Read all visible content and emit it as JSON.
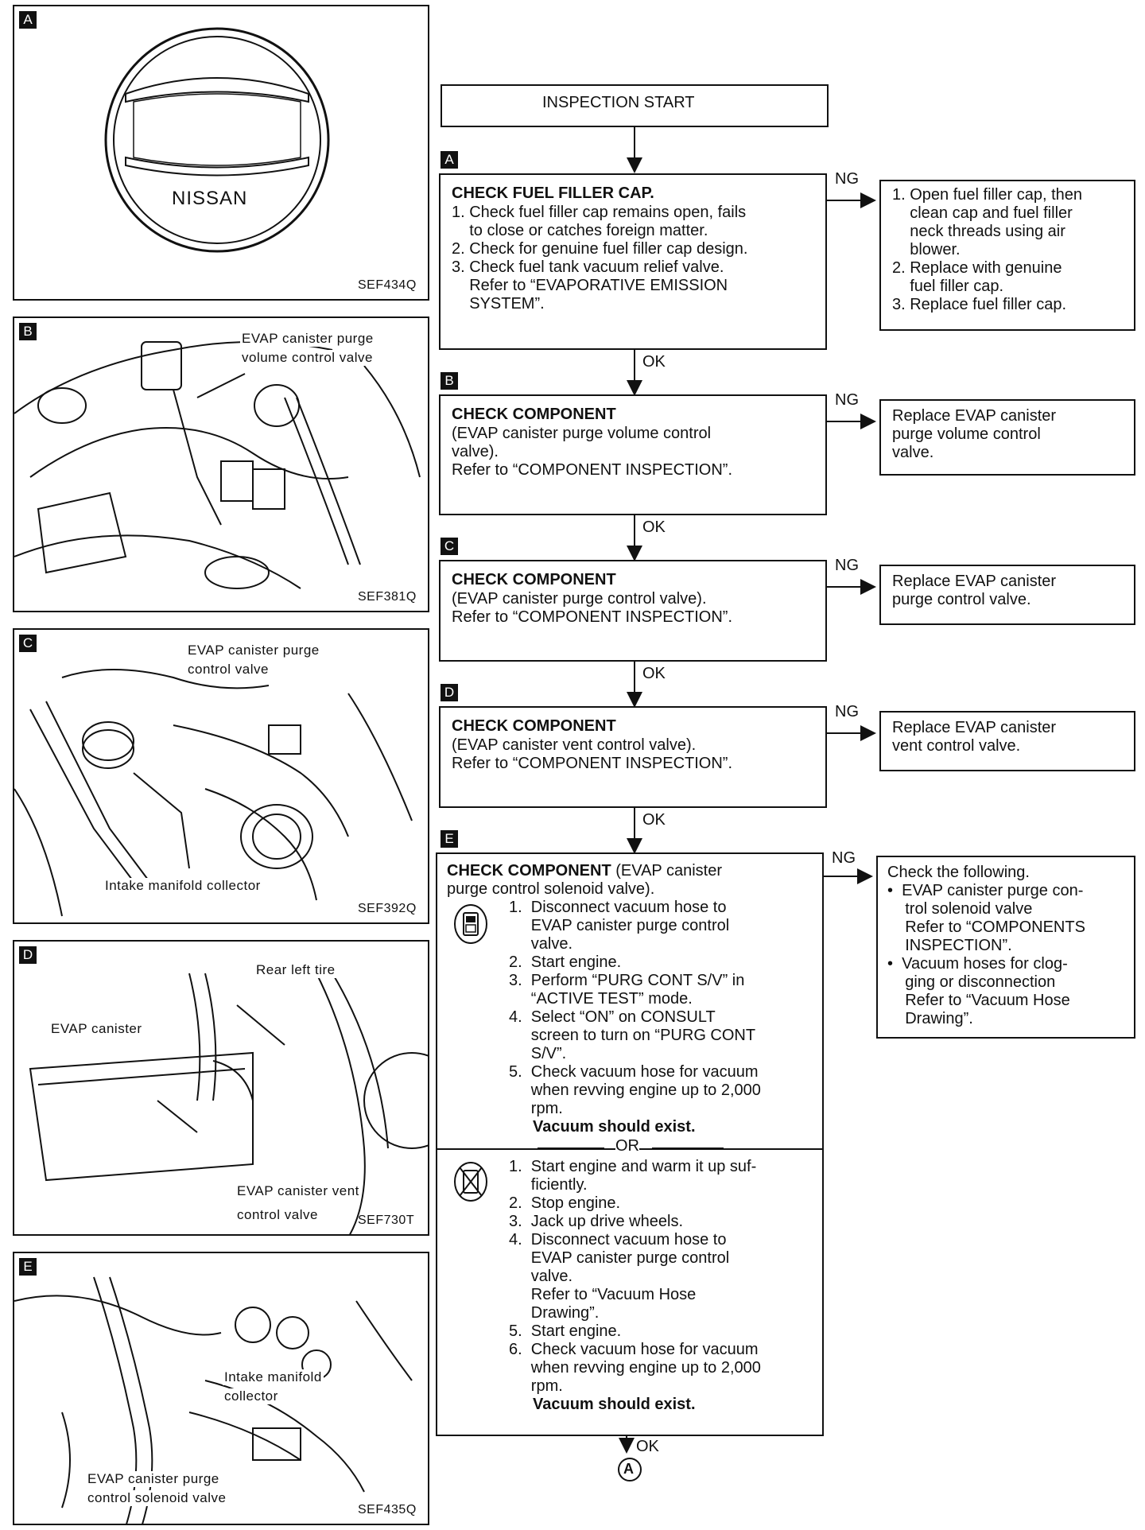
{
  "panels": {
    "a": {
      "badge": "A",
      "cap_text": "NISSAN",
      "code": "SEF434Q"
    },
    "b": {
      "badge": "B",
      "callout": [
        "EVAP canister purge",
        "volume control valve"
      ],
      "code": "SEF381Q"
    },
    "c": {
      "badge": "C",
      "callout": [
        "EVAP canister purge",
        "control valve"
      ],
      "callout2": "Intake manifold collector",
      "code": "SEF392Q"
    },
    "d": {
      "badge": "D",
      "callout1": "Rear left tire",
      "callout2": "EVAP canister",
      "callout3": [
        "EVAP canister vent",
        "control valve"
      ],
      "code": "SEF730T"
    },
    "e": {
      "badge": "E",
      "callout1": [
        "Intake manifold",
        "collector"
      ],
      "callout2": [
        "EVAP canister purge",
        "control solenoid valve"
      ],
      "code": "SEF435Q"
    }
  },
  "flow": {
    "start": "INSPECTION START",
    "ng": "NG",
    "ok": "OK",
    "or": "OR",
    "connector": "A",
    "steps": [
      {
        "badge": "A",
        "title": "CHECK FUEL FILLER CAP.",
        "lines": [
          "1. Check fuel filler cap remains open, fails",
          "    to close or catches foreign matter.",
          "2. Check for genuine fuel filler cap design.",
          "3. Check fuel tank vacuum relief valve.",
          "    Refer to “EVAPORATIVE EMISSION",
          "    SYSTEM”."
        ],
        "ng_lines": [
          "1. Open fuel filler cap, then",
          "    clean cap and fuel filler",
          "    neck threads using air",
          "    blower.",
          "2. Replace with genuine",
          "    fuel filler cap.",
          "3. Replace fuel filler cap."
        ]
      },
      {
        "badge": "B",
        "title": "CHECK COMPONENT",
        "lines": [
          "(EVAP canister purge volume control",
          "valve).",
          "Refer to “COMPONENT INSPECTION”."
        ],
        "ng_lines": [
          "Replace EVAP canister",
          "purge volume control",
          "valve."
        ]
      },
      {
        "badge": "C",
        "title": "CHECK COMPONENT",
        "lines": [
          "(EVAP canister purge control valve).",
          "Refer to “COMPONENT INSPECTION”."
        ],
        "ng_lines": [
          "Replace EVAP canister",
          "purge control valve."
        ]
      },
      {
        "badge": "D",
        "title": "CHECK COMPONENT",
        "lines": [
          "(EVAP canister vent control valve).",
          "Refer to “COMPONENT INSPECTION”."
        ],
        "ng_lines": [
          "Replace EVAP canister",
          "vent control valve."
        ]
      },
      {
        "badge": "E",
        "title": "CHECK COMPONENT",
        "title_rest": " (EVAP canister",
        "title_line2": "purge control solenoid valve).",
        "consult_lines": [
          "1.  Disconnect vacuum hose to",
          "     EVAP canister purge control",
          "     valve.",
          "2.  Start engine.",
          "3.  Perform “PURG CONT S/V” in",
          "     “ACTIVE TEST” mode.",
          "4.  Select “ON” on CONSULT",
          "     screen to turn on “PURG CONT",
          "     S/V”.",
          "5.  Check vacuum hose for vacuum",
          "     when revving engine up to 2,000",
          "     rpm."
        ],
        "consult_result": "Vacuum should exist.",
        "noconsult_lines": [
          "1.  Start engine and warm it up suf-",
          "     ficiently.",
          "2.  Stop engine.",
          "3.  Jack up drive wheels.",
          "4.  Disconnect vacuum hose to",
          "     EVAP canister purge control",
          "     valve.",
          "     Refer to “Vacuum Hose",
          "     Drawing”.",
          "5.  Start engine.",
          "6.  Check vacuum hose for vacuum",
          "     when revving engine up to 2,000",
          "     rpm."
        ],
        "noconsult_result": "Vacuum should exist.",
        "ng_lines": [
          "Check the following.",
          "•  EVAP canister purge con-",
          "    trol solenoid valve",
          "    Refer to “COMPONENTS",
          "    INSPECTION”.",
          "•  Vacuum hoses for clog-",
          "    ging or disconnection",
          "    Refer to “Vacuum Hose",
          "    Drawing”."
        ]
      }
    ]
  }
}
